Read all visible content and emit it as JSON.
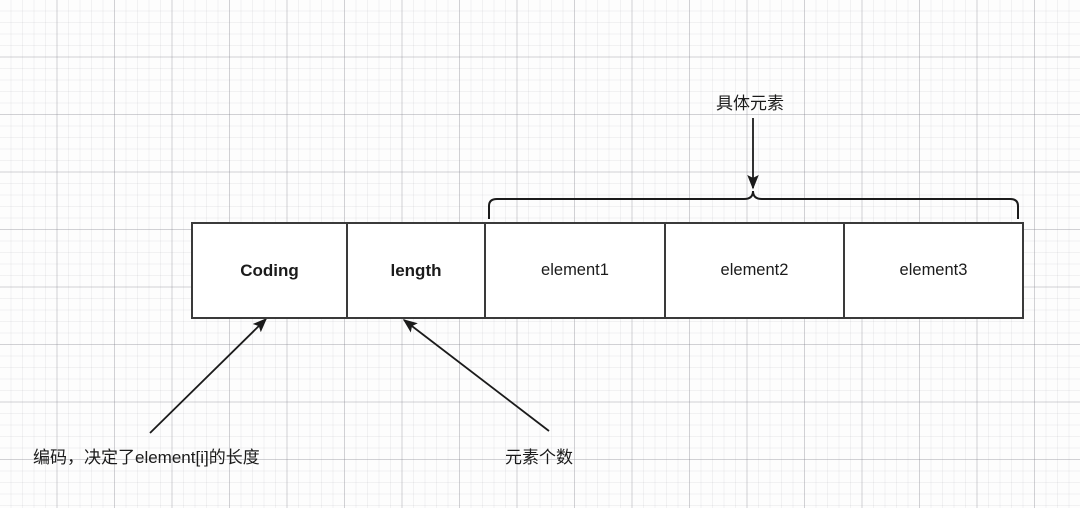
{
  "diagram": {
    "title": "Redis object structure layout diagram",
    "background": {
      "grid": "true",
      "grid_color": "#e3e3e8",
      "paper_color": "#fdfdfd"
    },
    "stroke_color": "#3a3a3a",
    "text_color": "#1b1b1b"
  },
  "struct": {
    "name": "byte-layout-table",
    "cells": [
      {
        "label": "Coding",
        "bold": true
      },
      {
        "label": "length",
        "bold": true
      },
      {
        "label": "element1",
        "bold": false
      },
      {
        "label": "element2",
        "bold": false
      },
      {
        "label": "element3",
        "bold": false
      }
    ]
  },
  "annotations": {
    "brace_label": "具体元素",
    "coding_label": "编码，决定了element[i]的长度",
    "length_label": "元素个数"
  }
}
